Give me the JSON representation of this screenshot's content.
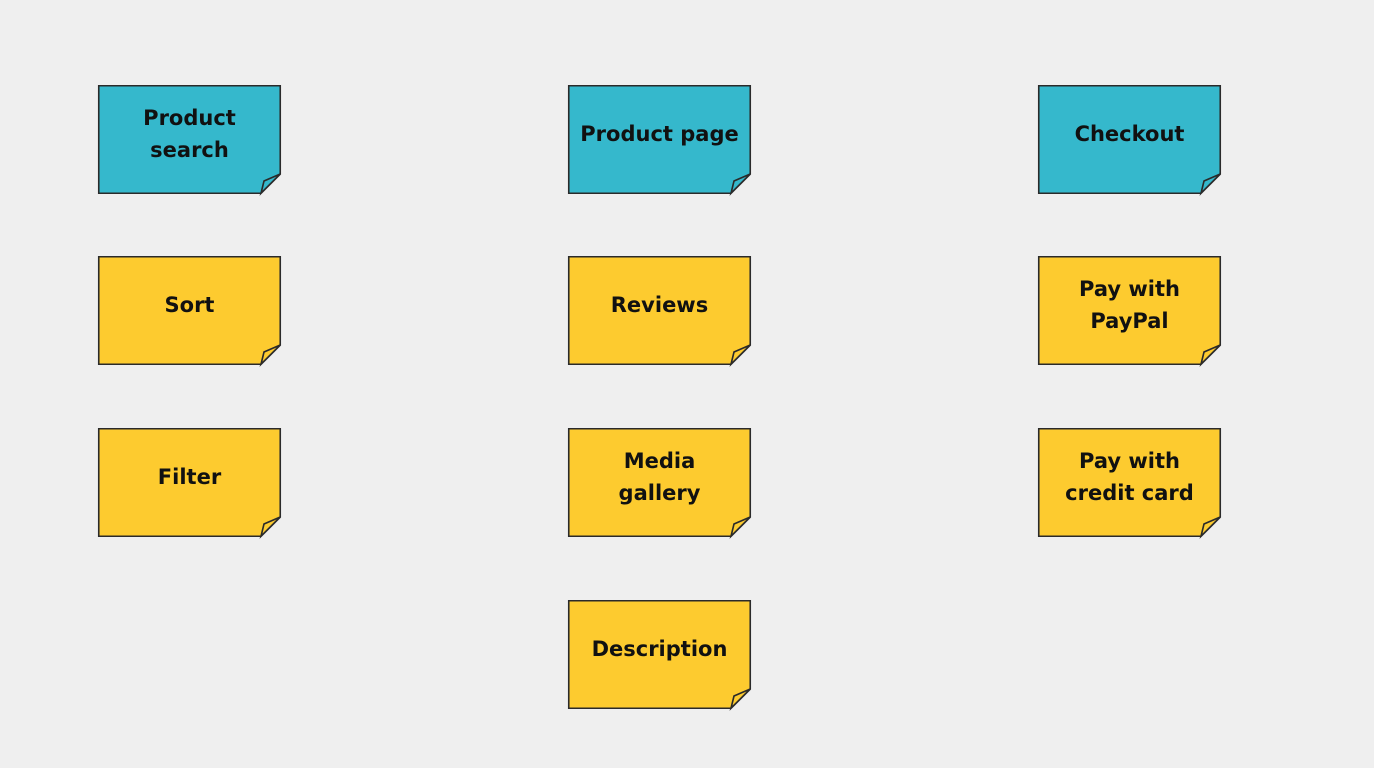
{
  "colors": {
    "background": "#efefef",
    "epic_fill": "#35b8cc",
    "story_fill": "#fdcb2f",
    "stroke": "#2a2a2a",
    "text": "#111111"
  },
  "columns": [
    {
      "epic": {
        "label": "Product\nsearch"
      },
      "stories": [
        {
          "label": "Sort"
        },
        {
          "label": "Filter"
        }
      ]
    },
    {
      "epic": {
        "label": "Product page"
      },
      "stories": [
        {
          "label": "Reviews"
        },
        {
          "label": "Media\ngallery"
        },
        {
          "label": "Description"
        }
      ]
    },
    {
      "epic": {
        "label": "Checkout"
      },
      "stories": [
        {
          "label": "Pay with\nPayPal"
        },
        {
          "label": "Pay with\ncredit card"
        }
      ]
    }
  ]
}
